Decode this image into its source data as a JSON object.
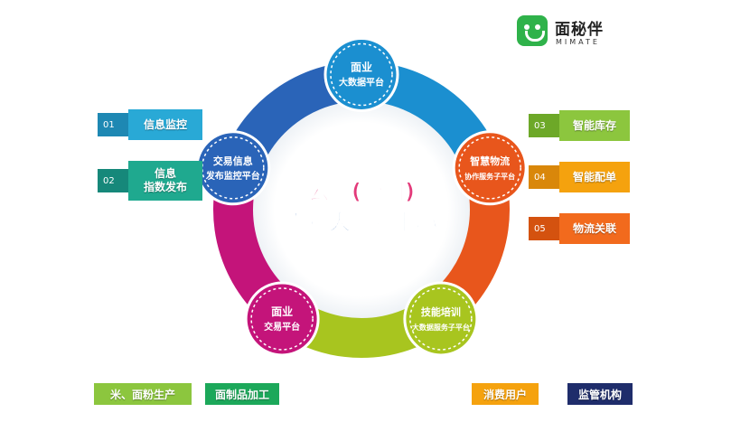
{
  "logo": {
    "cn": "面秘伴",
    "en": "MIMATE"
  },
  "center": {
    "line1": "云阳(全国)",
    "line2": "面业大数据中心"
  },
  "nodes": [
    {
      "line1": "面业",
      "line2": "大数据平台",
      "color": "#1b8fd0"
    },
    {
      "line1": "智慧物流",
      "line2": "协作服务子平台",
      "color": "#e8561c"
    },
    {
      "line1": "技能培训",
      "line2": "大数据服务子平台",
      "color": "#a8c51f"
    },
    {
      "line1": "面业",
      "line2": "交易平台",
      "color": "#c4147a"
    },
    {
      "line1": "交易信息",
      "line2": "发布监控平台",
      "color": "#2a64b8"
    }
  ],
  "left_tags": [
    {
      "num": "01",
      "label": "信息监控",
      "color": "#29a9d6",
      "dark": "#1e88b3"
    },
    {
      "num": "02",
      "label": "信息\n指数发布",
      "color": "#1fa98f",
      "dark": "#16887a"
    }
  ],
  "right_tags": [
    {
      "num": "03",
      "label": "智能库存",
      "color": "#8cc63e",
      "dark": "#6da828"
    },
    {
      "num": "04",
      "label": "智能配单",
      "color": "#f5a20e",
      "dark": "#d9870a"
    },
    {
      "num": "05",
      "label": "物流关联",
      "color": "#f26a1d",
      "dark": "#d4520f"
    }
  ],
  "bottom_labels": [
    {
      "label": "米、面粉生产",
      "color": "#8cc63e"
    },
    {
      "label": "面制品加工",
      "color": "#1ca85a"
    },
    {
      "label": "消费用户",
      "color": "#f5a20e"
    },
    {
      "label": "监管机构",
      "color": "#1f2d6b"
    }
  ]
}
